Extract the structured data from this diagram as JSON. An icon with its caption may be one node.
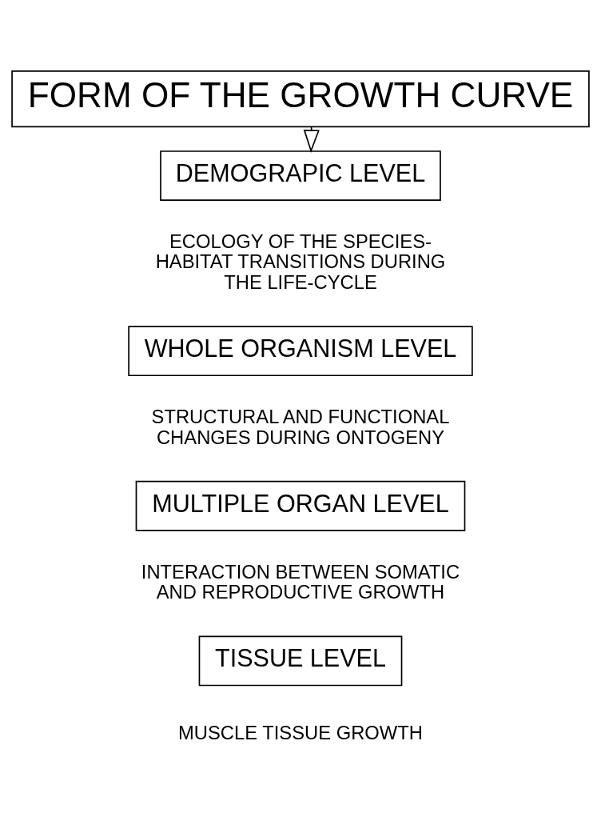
{
  "diagram": {
    "nodes": [
      {
        "text": [
          "FORM OF THE GROWTH CURVE"
        ]
      },
      {
        "text": [
          "DEMOGRAPIC LEVEL"
        ],
        "beside": [
          "ECOLOGY OF THE SPECIES- HABITAT TRANSITIONS DURING THE LIFE-CYCLE"
        ]
      },
      {
        "text": [
          "WHOLE ORGANISM LEVEL"
        ],
        "beside": [
          "STRUCTURAL AND FUNCTIONAL CHANGES DURING ONTOGENY"
        ]
      },
      {
        "text": [
          "MULTIPLE ORGAN LEVEL"
        ],
        "beside": [
          "INTERACTION BETWEEN SOMATIC AND REPRODUCTIVE GROWTH"
        ]
      },
      {
        "text": [
          "TISSUE LEVEL"
        ],
        "beside": [
          "MUSCLE TISSUE GROWTH"
        ]
      }
    ],
    "edges": [
      {
        "from": 0,
        "to": 1,
        "arrow": "to"
      }
    ]
  }
}
